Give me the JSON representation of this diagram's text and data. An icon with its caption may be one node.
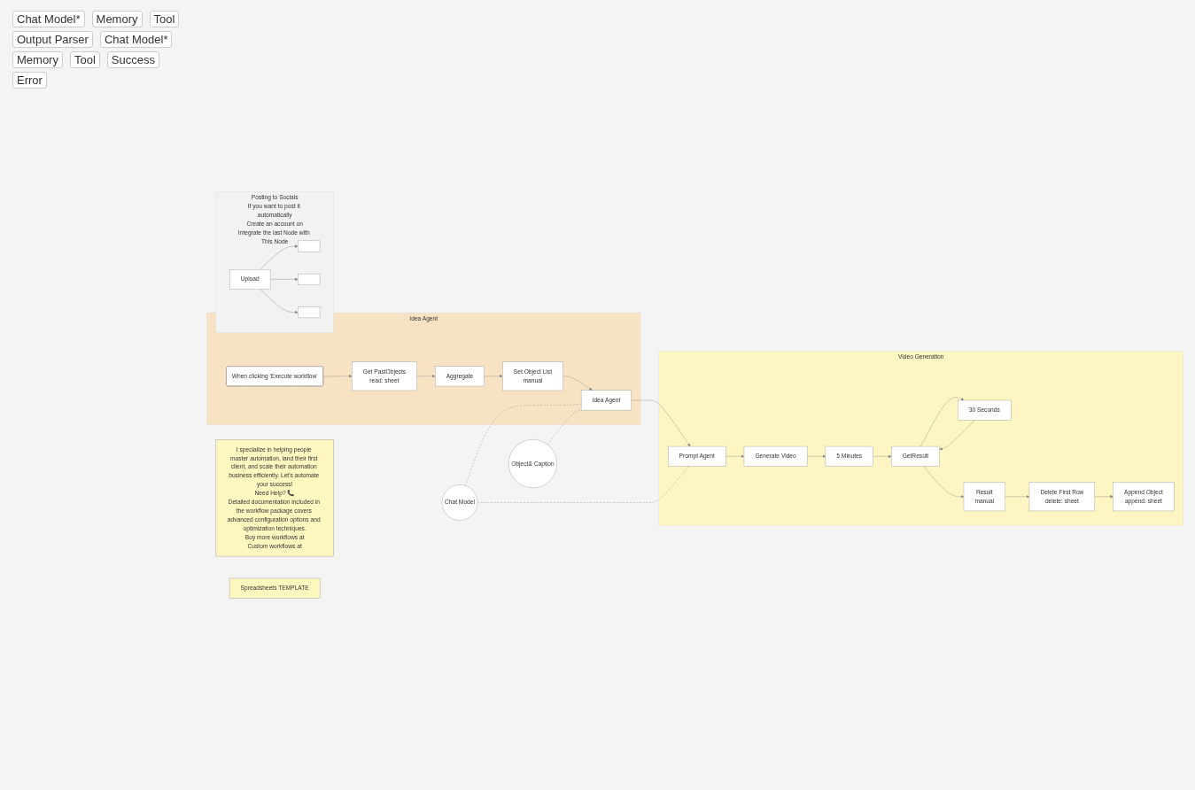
{
  "diagram": {
    "nodes": [
      {
        "text": [
          "I specialize in helping people master automation, land their first client, and scale their automation business efficiently. Let's automate your success!",
          "Need Help? 📞",
          "Detailed documentation included in the workflow package covers advanced configuration options and optimization techniques.",
          "Buy more workflows at",
          "Custom workflows at"
        ]
      },
      {
        "text": [
          "Spreadsheets TEMPLATE"
        ]
      },
      {
        "text": [
          "Idea Agent"
        ]
      },
      {
        "text": [
          "When clicking 'Execute workflow'"
        ],
        "in": 2
      },
      {
        "text": [
          "Get PastObjects",
          "read: sheet"
        ],
        "in": 2
      },
      {
        "text": [
          "Aggregate"
        ],
        "in": 2
      },
      {
        "text": [
          "Set Object List",
          "manual"
        ],
        "in": 2
      },
      {
        "text": [
          "Idea Agent"
        ],
        "in": 2
      },
      {
        "text": [
          "Chat Model"
        ]
      },
      {
        "text": [
          "Object& Caption"
        ]
      },
      {
        "text": [
          "Video Generation"
        ]
      },
      {
        "text": [
          "Prompt Agent"
        ],
        "in": 10
      },
      {
        "text": [
          "Generate Video"
        ],
        "in": 10
      },
      {
        "text": [
          "5 Minutes"
        ],
        "in": 10
      },
      {
        "text": [
          "GetResult"
        ],
        "in": 10
      },
      {
        "text": [
          "30 Seconds"
        ],
        "in": 10
      },
      {
        "text": [
          "Result",
          "manual"
        ],
        "in": 10
      },
      {
        "text": [
          "Delete First Row",
          "delete: sheet"
        ],
        "in": 10
      },
      {
        "text": [
          "Append Object",
          "append: sheet"
        ],
        "in": 10
      },
      {
        "text": [
          "Posting to Socials",
          "If you want to post it automatically",
          "Create an account on",
          "Integrate the last Node with This Node"
        ]
      },
      {
        "text": [
          "Upload"
        ],
        "in": 19
      },
      {
        "text": [],
        "shape": "box",
        "in": 19
      },
      {
        "text": [],
        "shape": "box",
        "in": 19
      },
      {
        "text": [],
        "shape": "box",
        "in": 19
      }
    ],
    "edges": [
      {
        "from": 3,
        "to": 4,
        "arrow": "to"
      },
      {
        "from": 4,
        "to": 5,
        "arrow": "to"
      },
      {
        "from": 5,
        "to": 6,
        "arrow": "to"
      },
      {
        "from": 6,
        "to": 7,
        "arrow": "to"
      },
      {
        "from": 7,
        "to": 11,
        "arrow": "to"
      },
      {
        "from": 8,
        "to": 7,
        "arrow": "none",
        "style": "dashed"
      },
      {
        "from": 8,
        "to": 11,
        "arrow": "none",
        "style": "dashed"
      },
      {
        "from": 9,
        "to": 7,
        "arrow": "none",
        "style": "dashed"
      },
      {
        "from": 11,
        "to": 12,
        "arrow": "to"
      },
      {
        "from": 12,
        "to": 13,
        "arrow": "to"
      },
      {
        "from": 13,
        "to": 14,
        "arrow": "to"
      },
      {
        "from": 14,
        "to": 15,
        "arrow": "to"
      },
      {
        "from": 14,
        "to": 16,
        "arrow": "to"
      },
      {
        "from": 15,
        "to": 14,
        "arrow": "to"
      },
      {
        "from": 16,
        "to": 17,
        "arrow": "to"
      },
      {
        "from": 17,
        "to": 18,
        "arrow": "to"
      },
      {
        "from": 20,
        "to": 21,
        "arrow": "to"
      },
      {
        "from": 20,
        "to": 22,
        "arrow": "to"
      },
      {
        "from": 20,
        "to": 23,
        "arrow": "to"
      }
    ],
    "labels": [
      "Chat Model*",
      "Memory",
      "Tool",
      "Output Parser",
      "Chat Model*",
      "Memory",
      "Tool",
      "Success",
      "Error"
    ]
  }
}
